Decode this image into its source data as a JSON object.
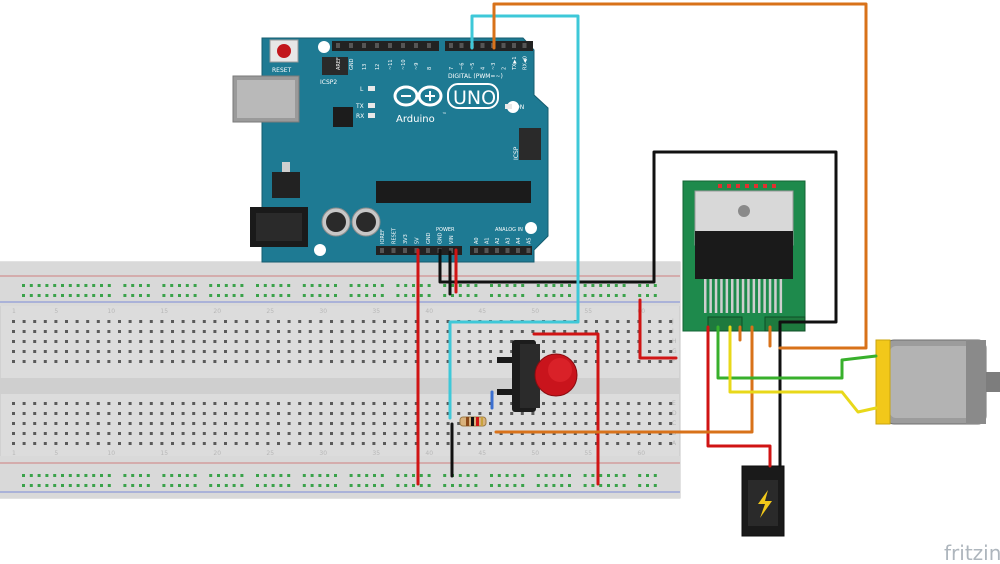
{
  "watermark": "fritzing",
  "arduino": {
    "reset_label": "RESET",
    "brand": "Arduino",
    "tm": "™",
    "model": "UNO",
    "on_label": "ON",
    "led_l": "L",
    "led_tx": "TX",
    "led_rx": "RX",
    "icsp": "ICSP",
    "icsp2": "ICSP2",
    "digital_label": "DIGITAL (PWM=~)",
    "power_label": "POWER",
    "analog_label": "ANALOG IN",
    "top_pins": [
      "AREF",
      "GND",
      "13",
      "12",
      "~11",
      "~10",
      "~9",
      "8",
      "7",
      "~6",
      "~5",
      "4",
      "~3",
      "2",
      "TX▶1",
      "RX◀0"
    ],
    "power_pins": [
      "IOREF",
      "RESET",
      "3V3",
      "5V",
      "GND",
      "GND",
      "VIN"
    ],
    "analog_pins": [
      "A0",
      "A1",
      "A2",
      "A3",
      "A4",
      "A5"
    ]
  },
  "breadboard": {
    "column_numbers": [
      "1",
      "5",
      "10",
      "15",
      "20",
      "25",
      "30",
      "35",
      "40",
      "45",
      "50",
      "55",
      "60"
    ],
    "row_letters_top": [
      "J",
      "I",
      "H",
      "G",
      "F"
    ],
    "row_letters_bottom": [
      "E",
      "D",
      "C",
      "B",
      "A"
    ]
  },
  "components": {
    "motor_driver": "L298N dual H-bridge module",
    "motor": "DC motor",
    "button": "push button",
    "resistor": "resistor",
    "power_jack": "DC power jack"
  },
  "colors": {
    "arduino_board": "#1e7a93",
    "breadboard": "#dcdcdc",
    "driver_pcb": "#1e8a4c",
    "wire_red": "#d01414",
    "wire_black": "#111111",
    "wire_cyan": "#3ec8d8",
    "wire_orange": "#d8721a",
    "wire_green": "#38b02c",
    "wire_yellow": "#e8d81a",
    "motor_cap": "#f2c81a"
  }
}
